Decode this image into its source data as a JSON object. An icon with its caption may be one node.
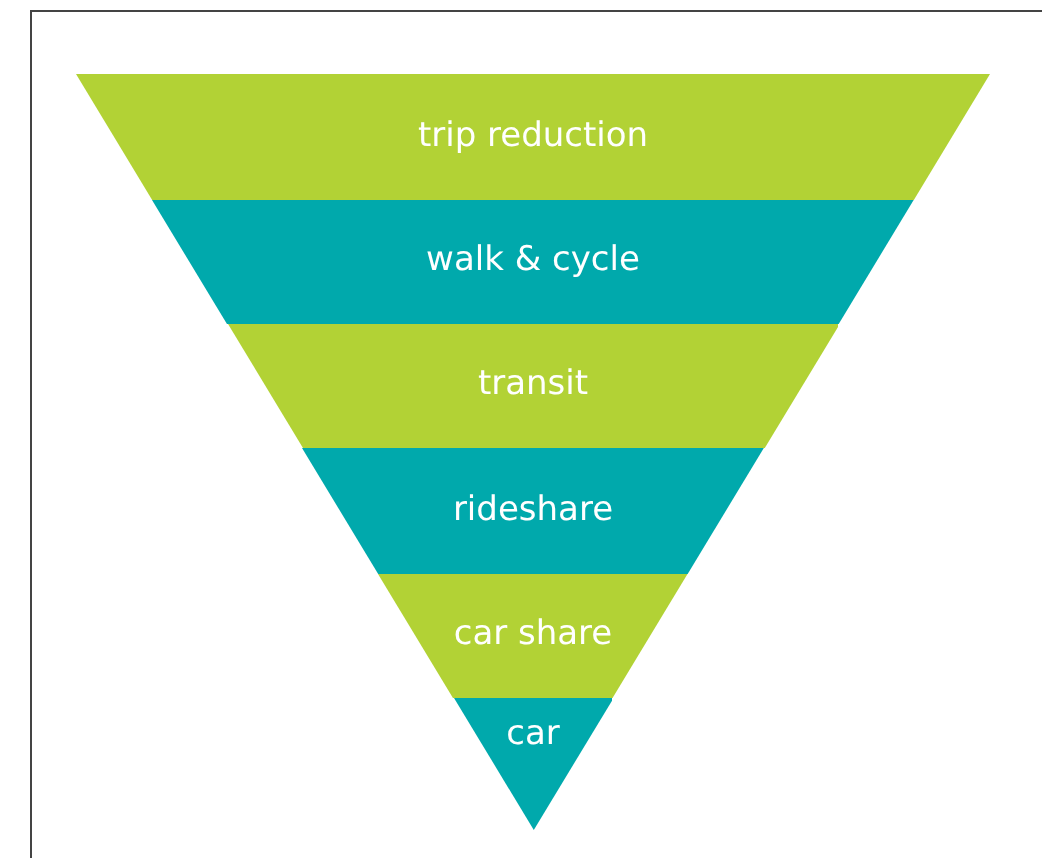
{
  "diagram": {
    "nodes": [
      {
        "text": [
          "trip reduction"
        ]
      },
      {
        "text": [
          "walk & cycle"
        ]
      },
      {
        "text": [
          "transit"
        ]
      },
      {
        "text": [
          "rideshare"
        ]
      },
      {
        "text": [
          "car share"
        ]
      },
      {
        "text": [
          "car"
        ]
      }
    ]
  }
}
